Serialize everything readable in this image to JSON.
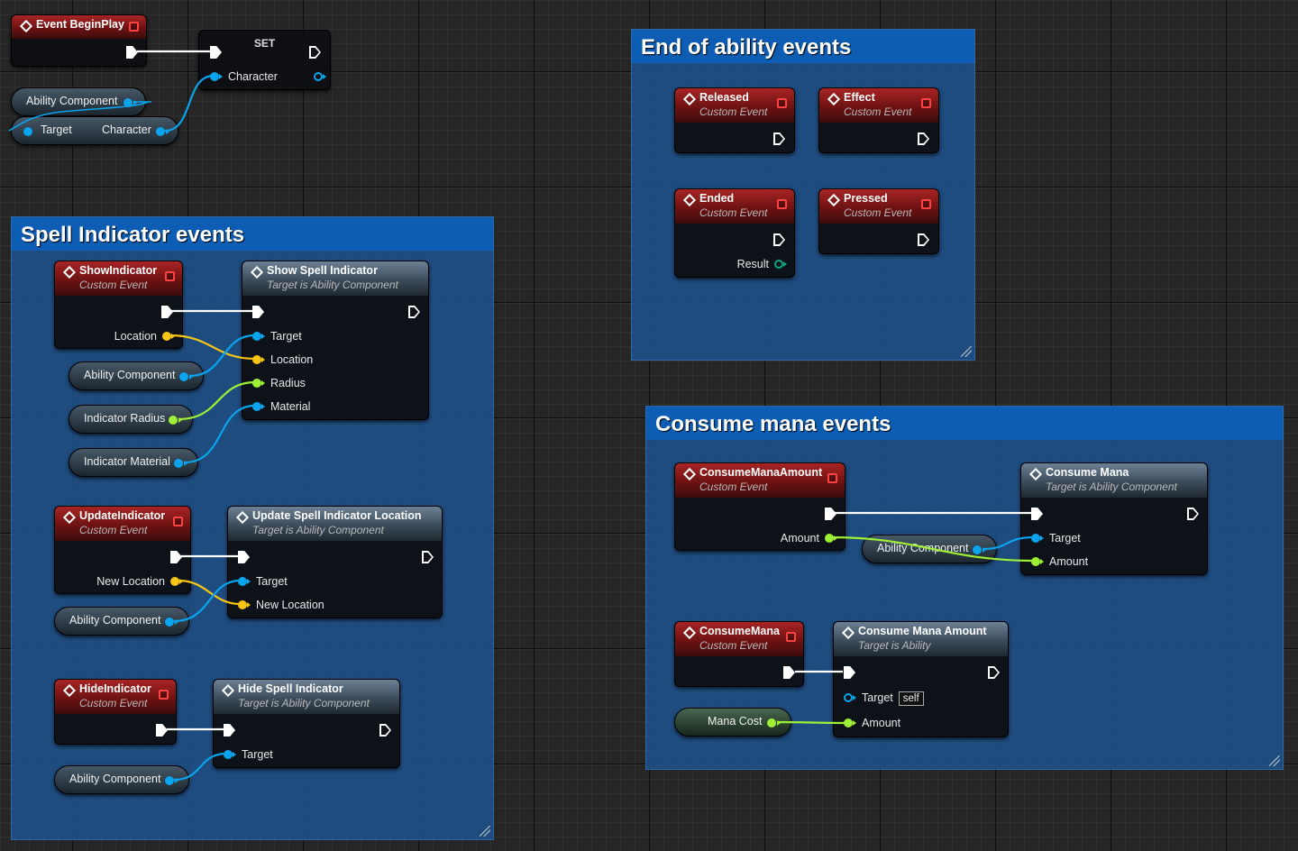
{
  "colors": {
    "exec_wire": "#ffffff",
    "object_pin": "#0aa4ee",
    "vector_pin": "#f7c515",
    "float_pin": "#9eef36",
    "bool_pin": "#11a57b",
    "event_header": "#a82424",
    "function_header": "#4d6070",
    "comment_bg": "#1f528c",
    "comment_title_bg": "#0d5db5"
  },
  "top": {
    "begin_play": {
      "title": "Event BeginPlay"
    },
    "set_node": {
      "title": "SET",
      "character": "Character"
    },
    "ability_var": "Ability Component",
    "character_getter": {
      "target": "Target",
      "character": "Character"
    }
  },
  "spell": {
    "title": "Spell Indicator events",
    "show": {
      "title": "ShowIndicator",
      "sub": "Custom Event",
      "location": "Location"
    },
    "show_fn": {
      "title": "Show Spell Indicator",
      "sub": "Target is Ability Component",
      "target": "Target",
      "location": "Location",
      "radius": "Radius",
      "material": "Material"
    },
    "vars": {
      "ability1": "Ability Component",
      "radius": "Indicator Radius",
      "material": "Indicator Material",
      "ability2": "Ability Component",
      "ability3": "Ability Component"
    },
    "update": {
      "title": "UpdateIndicator",
      "sub": "Custom Event",
      "new_location": "New Location"
    },
    "update_fn": {
      "title": "Update Spell Indicator Location",
      "sub": "Target is Ability Component",
      "target": "Target",
      "new_location": "New Location"
    },
    "hide": {
      "title": "HideIndicator",
      "sub": "Custom Event"
    },
    "hide_fn": {
      "title": "Hide Spell Indicator",
      "sub": "Target is Ability Component",
      "target": "Target"
    }
  },
  "ability": {
    "title": "End of ability events",
    "released": {
      "title": "Released",
      "sub": "Custom Event"
    },
    "effect": {
      "title": "Effect",
      "sub": "Custom Event"
    },
    "ended": {
      "title": "Ended",
      "sub": "Custom Event",
      "result": "Result"
    },
    "pressed": {
      "title": "Pressed",
      "sub": "Custom Event"
    }
  },
  "mana": {
    "title": "Consume mana events",
    "amount_event": {
      "title": "ConsumeManaAmount",
      "sub": "Custom Event",
      "amount": "Amount"
    },
    "consume_fn": {
      "title": "Consume Mana",
      "sub": "Target is Ability Component",
      "target": "Target",
      "amount": "Amount"
    },
    "ability_var": "Ability Component",
    "mana_event": {
      "title": "ConsumeMana",
      "sub": "Custom Event"
    },
    "consume_amount_fn": {
      "title": "Consume Mana Amount",
      "sub": "Target is Ability",
      "target": "Target",
      "self": "self",
      "amount": "Amount"
    },
    "mana_cost_var": "Mana Cost"
  }
}
